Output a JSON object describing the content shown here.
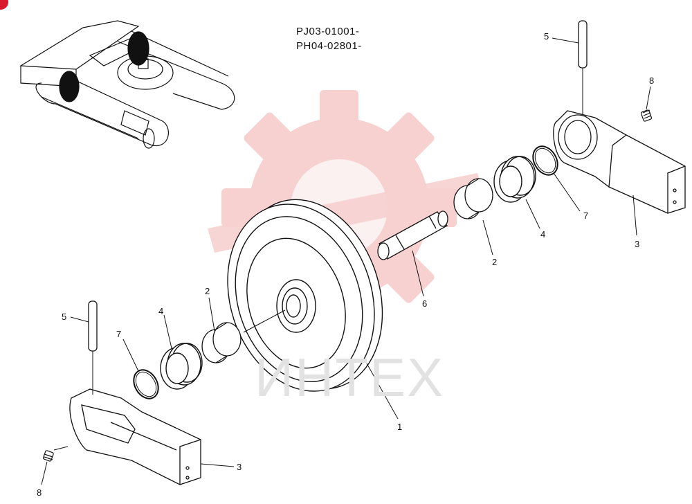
{
  "serials": [
    "PJ03-01001-",
    "PH04-02801-"
  ],
  "watermark_text": "ИНТЕХ",
  "callouts": [
    {
      "id": "c1",
      "text": "1"
    },
    {
      "id": "c2a",
      "text": "2"
    },
    {
      "id": "c2b",
      "text": "2"
    },
    {
      "id": "c3a",
      "text": "3"
    },
    {
      "id": "c3b",
      "text": "3"
    },
    {
      "id": "c4a",
      "text": "4"
    },
    {
      "id": "c4b",
      "text": "4"
    },
    {
      "id": "c5a",
      "text": "5"
    },
    {
      "id": "c5b",
      "text": "5"
    },
    {
      "id": "c6",
      "text": "6"
    },
    {
      "id": "c7a",
      "text": "7"
    },
    {
      "id": "c7b",
      "text": "7"
    },
    {
      "id": "c8a",
      "text": "8"
    },
    {
      "id": "c8b",
      "text": "8"
    }
  ],
  "colors": {
    "line": "#111111",
    "watermark": "#f6c8c8",
    "watermark_text": "#e2e2e2",
    "badge": "#d8192e"
  },
  "icons": [
    "corner-badge-icon",
    "watermark-gear-icon"
  ]
}
